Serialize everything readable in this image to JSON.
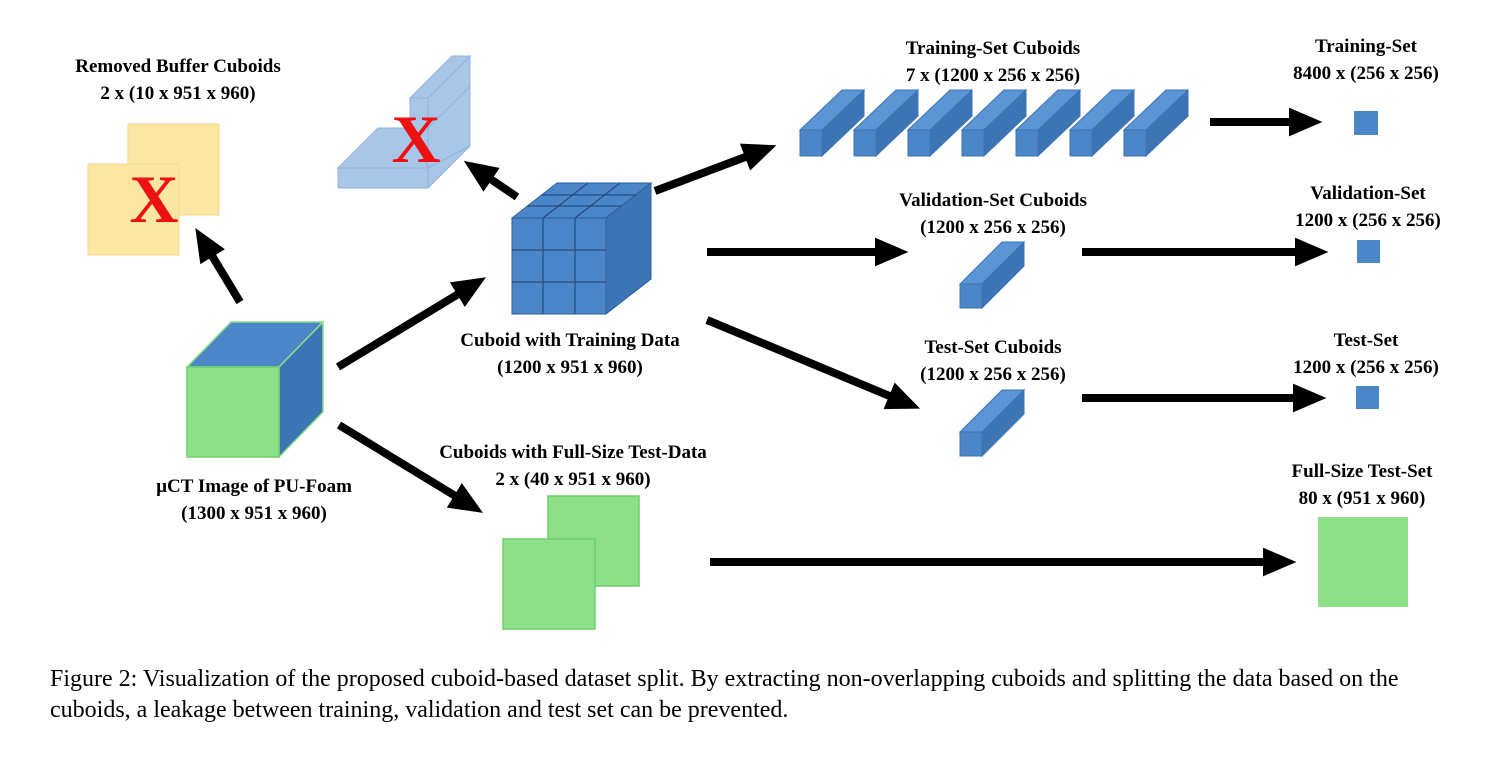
{
  "nodes": {
    "foam": {
      "title": "µCT Image of PU-Foam",
      "dims": "(1300 x 951 x 960)"
    },
    "removed_buffer": {
      "title": "Removed Buffer Cuboids",
      "dims": "2 x (10 x 951 x 960)",
      "mark": "X"
    },
    "removed_corner": {
      "mark": "X"
    },
    "training_cuboid": {
      "title": "Cuboid with Training Data",
      "dims": "(1200 x 951 x 960)"
    },
    "fullsize_cuboids": {
      "title": "Cuboids with Full-Size Test-Data",
      "dims": "2 x (40 x 951 x 960)"
    },
    "training_set_cuboids": {
      "title": "Training-Set Cuboids",
      "dims": "7 x (1200 x 256 x 256)"
    },
    "validation_set_cuboids": {
      "title": "Validation-Set Cuboids",
      "dims": "(1200 x 256 x 256)"
    },
    "test_set_cuboids": {
      "title": "Test-Set Cuboids",
      "dims": "(1200 x 256 x 256)"
    },
    "training_set": {
      "title": "Training-Set",
      "dims": "8400 x (256 x 256)"
    },
    "validation_set": {
      "title": "Validation-Set",
      "dims": "1200 x (256 x 256)"
    },
    "test_set": {
      "title": "Test-Set",
      "dims": "1200 x (256 x 256)"
    },
    "fullsize_test_set": {
      "title": "Full-Size Test-Set",
      "dims": "80 x (951 x 960)"
    }
  },
  "edges": [
    {
      "from": "foam",
      "to": "removed_buffer"
    },
    {
      "from": "foam",
      "to": "training_cuboid"
    },
    {
      "from": "foam",
      "to": "fullsize_cuboids"
    },
    {
      "from": "training_cuboid",
      "to": "removed_corner"
    },
    {
      "from": "training_cuboid",
      "to": "training_set_cuboids"
    },
    {
      "from": "training_cuboid",
      "to": "validation_set_cuboids"
    },
    {
      "from": "training_cuboid",
      "to": "test_set_cuboids"
    },
    {
      "from": "training_set_cuboids",
      "to": "training_set"
    },
    {
      "from": "validation_set_cuboids",
      "to": "validation_set"
    },
    {
      "from": "test_set_cuboids",
      "to": "test_set"
    },
    {
      "from": "fullsize_cuboids",
      "to": "fullsize_test_set"
    }
  ],
  "caption": "Figure 2: Visualization of the proposed cuboid-based dataset split. By extracting non-overlapping cuboids and splitting the data based on the cuboids, a leakage between training, validation and test set can be prevented.",
  "colors": {
    "blue": "#4a86c8",
    "blue_dark": "#3d74b3",
    "light_blue": "#a9c6e8",
    "green": "#8ddf88",
    "yellow": "#fbe6a4",
    "red": "#ee1111",
    "arrow": "#000000"
  }
}
